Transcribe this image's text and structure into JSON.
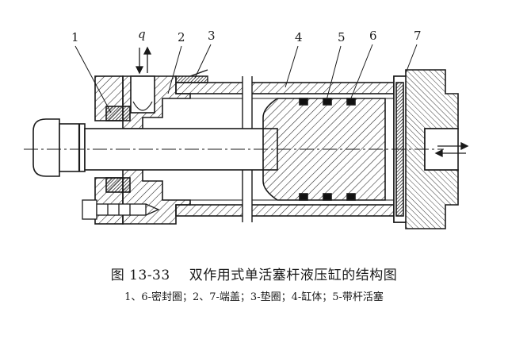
{
  "figure": {
    "number": "图 13-33",
    "title": "双作用式单活塞杆液压缸的结构图",
    "legend": "1、6-密封圈；2、7-端盖；3-垫圈；4-缸体；5-带杆活塞"
  },
  "callouts": {
    "part_1": "1",
    "part_2": "2",
    "part_3": "3",
    "part_4": "4",
    "part_5": "5",
    "part_6": "6",
    "part_7": "7",
    "flow": "q"
  }
}
